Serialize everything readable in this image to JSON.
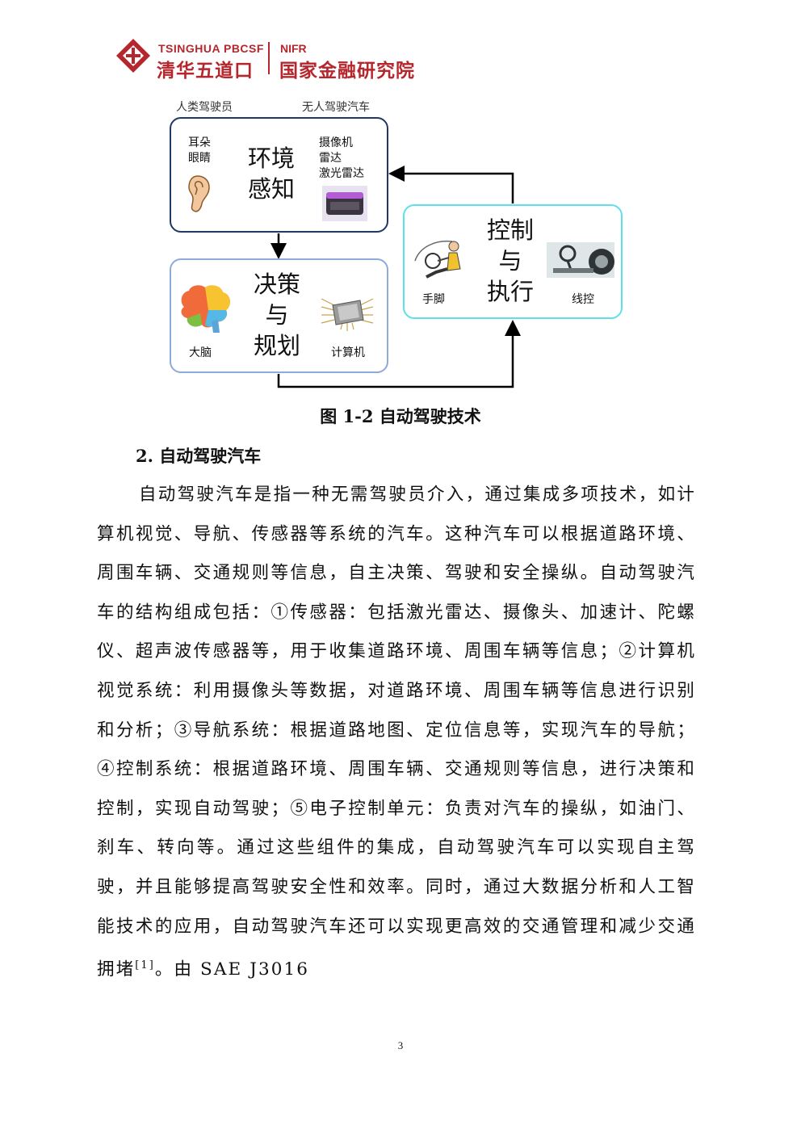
{
  "header": {
    "brand_en": "TSINGHUA PBCSF",
    "brand_cn": "清华五道口",
    "inst_en": "NIFR",
    "inst_cn": "国家金融研究院"
  },
  "diagram": {
    "col_human": "人类驾驶员",
    "col_auto": "无人驾驶汽车",
    "env": {
      "title_line1": "环境",
      "title_line2": "感知",
      "human_line1": "耳朵",
      "human_line2": "眼睛",
      "auto_line1": "摄像机",
      "auto_line2": "雷达",
      "auto_line3": "激光雷达"
    },
    "decision": {
      "title_line1": "决策",
      "title_line2": "与",
      "title_line3": "规划",
      "human": "大脑",
      "auto": "计算机"
    },
    "control": {
      "title_line1": "控制",
      "title_line2": "与",
      "title_line3": "执行",
      "human": "手脚",
      "auto": "线控"
    },
    "colors": {
      "env_border": "#1f3864",
      "decision_border": "#8eaadb",
      "control_border": "#5ee0ea",
      "arrow": "#000000"
    }
  },
  "figure_caption": "图 1-2  自动驾驶技术",
  "section_title": "2.  自动驾驶汽车",
  "paragraph": {
    "text_before_ref": "自动驾驶汽车是指一种无需驾驶员介入，通过集成多项技术，如计算机视觉、导航、传感器等系统的汽车。这种汽车可以根据道路环境、周围车辆、交通规则等信息，自主决策、驾驶和安全操纵。自动驾驶汽车的结构组成包括：①传感器：包括激光雷达、摄像头、加速计、陀螺仪、超声波传感器等，用于收集道路环境、周围车辆等信息；②计算机视觉系统：利用摄像头等数据，对道路环境、周围车辆等信息进行识别和分析；③导航系统：根据道路地图、定位信息等，实现汽车的导航；④控制系统：根据道路环境、周围车辆、交通规则等信息，进行决策和控制，实现自动驾驶；⑤电子控制单元：负责对汽车的操纵，如油门、刹车、转向等。通过这些组件的集成，自动驾驶汽车可以实现自主驾驶，并且能够提高驾驶安全性和效率。同时，通过大数据分析和人工智能技术的应用，自动驾驶汽车还可以实现更高效的交通管理和减少交通拥堵",
    "ref": "[1]",
    "text_after_ref": "。由 SAE J3016"
  },
  "page_number": "3"
}
